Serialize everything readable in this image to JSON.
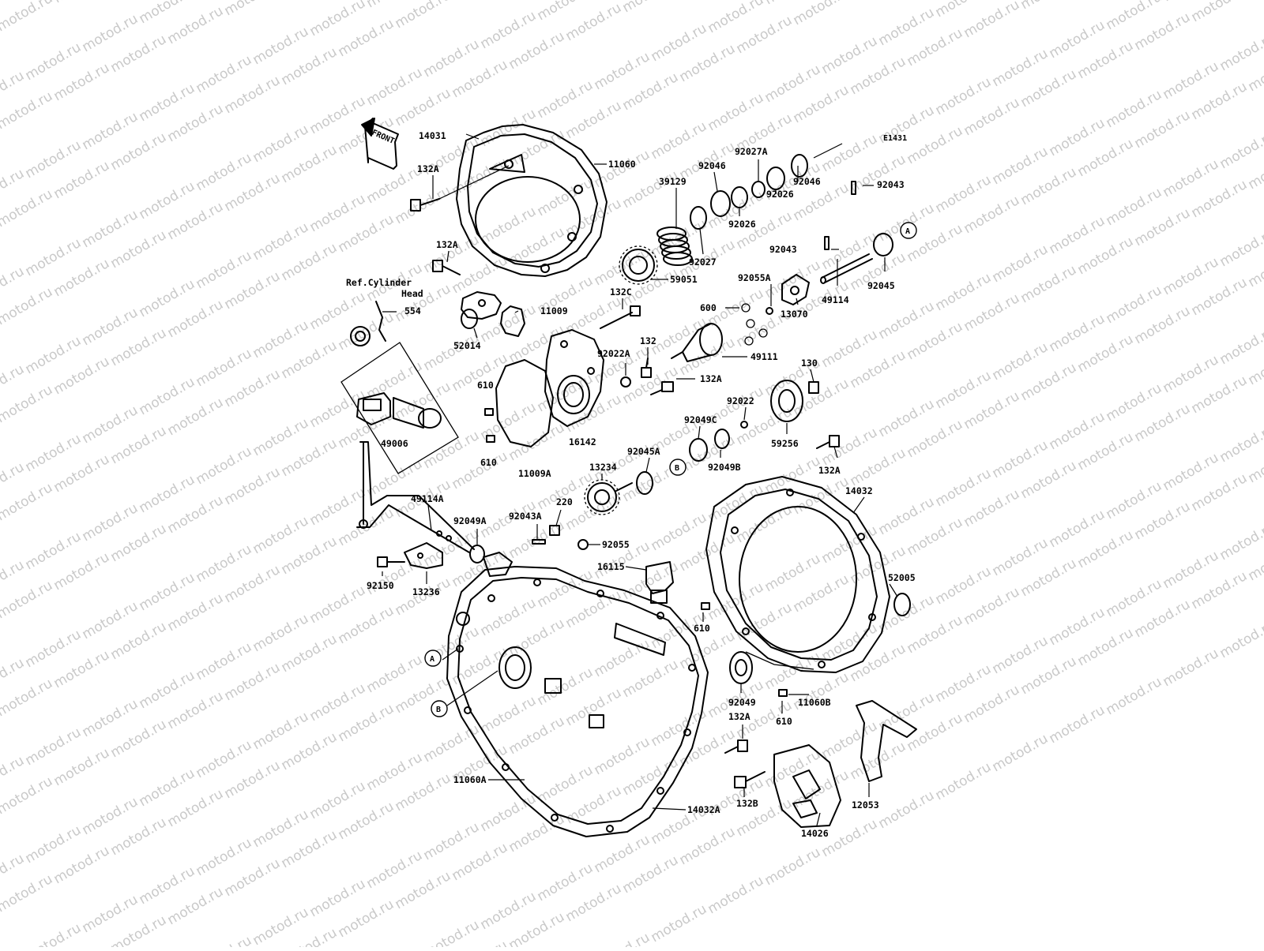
{
  "watermark": {
    "text": "motod.ru",
    "color": "#c9c9c9"
  },
  "diagram_code": "E1431",
  "front_arrow": "FRONT",
  "ref_note": [
    "Ref.Cylinder",
    "Head"
  ],
  "labels": [
    {
      "id": "14031",
      "text": "14031"
    },
    {
      "id": "11060",
      "text": "11060"
    },
    {
      "id": "132A_1",
      "text": "132A"
    },
    {
      "id": "132A_2",
      "text": "132A"
    },
    {
      "id": "554",
      "text": "554"
    },
    {
      "id": "52014",
      "text": "52014"
    },
    {
      "id": "11009",
      "text": "11009"
    },
    {
      "id": "132C",
      "text": "132C"
    },
    {
      "id": "132",
      "text": "132"
    },
    {
      "id": "92022A",
      "text": "92022A"
    },
    {
      "id": "610_1",
      "text": "610"
    },
    {
      "id": "610_2",
      "text": "610"
    },
    {
      "id": "16142",
      "text": "16142"
    },
    {
      "id": "11009A",
      "text": "11009A"
    },
    {
      "id": "49006",
      "text": "49006"
    },
    {
      "id": "39129",
      "text": "39129"
    },
    {
      "id": "92046_1",
      "text": "92046"
    },
    {
      "id": "92027A",
      "text": "92027A"
    },
    {
      "id": "92046_2",
      "text": "92046"
    },
    {
      "id": "92026_1",
      "text": "92026"
    },
    {
      "id": "92026_2",
      "text": "92026"
    },
    {
      "id": "92027",
      "text": "92027"
    },
    {
      "id": "59051",
      "text": "59051"
    },
    {
      "id": "92043_1",
      "text": "92043"
    },
    {
      "id": "92043_2",
      "text": "92043"
    },
    {
      "id": "92045",
      "text": "92045"
    },
    {
      "id": "49114",
      "text": "49114"
    },
    {
      "id": "92055A",
      "text": "92055A"
    },
    {
      "id": "13070",
      "text": "13070"
    },
    {
      "id": "600",
      "text": "600"
    },
    {
      "id": "49111",
      "text": "49111"
    },
    {
      "id": "132A_3",
      "text": "132A"
    },
    {
      "id": "130",
      "text": "130"
    },
    {
      "id": "92022",
      "text": "92022"
    },
    {
      "id": "92049C",
      "text": "92049C"
    },
    {
      "id": "59256",
      "text": "59256"
    },
    {
      "id": "92049B",
      "text": "92049B"
    },
    {
      "id": "92045A",
      "text": "92045A"
    },
    {
      "id": "13234",
      "text": "13234"
    },
    {
      "id": "132A_4",
      "text": "132A"
    },
    {
      "id": "14032",
      "text": "14032"
    },
    {
      "id": "49114A",
      "text": "49114A"
    },
    {
      "id": "92049A",
      "text": "92049A"
    },
    {
      "id": "92043A",
      "text": "92043A"
    },
    {
      "id": "220",
      "text": "220"
    },
    {
      "id": "92055",
      "text": "92055"
    },
    {
      "id": "16115",
      "text": "16115"
    },
    {
      "id": "92150",
      "text": "92150"
    },
    {
      "id": "13236",
      "text": "13236"
    },
    {
      "id": "52005",
      "text": "52005"
    },
    {
      "id": "610_3",
      "text": "610"
    },
    {
      "id": "92049",
      "text": "92049"
    },
    {
      "id": "11060B",
      "text": "11060B"
    },
    {
      "id": "610_4",
      "text": "610"
    },
    {
      "id": "132A_5",
      "text": "132A"
    },
    {
      "id": "132B",
      "text": "132B"
    },
    {
      "id": "12053",
      "text": "12053"
    },
    {
      "id": "14026",
      "text": "14026"
    },
    {
      "id": "11060A",
      "text": "11060A"
    },
    {
      "id": "14032A",
      "text": "14032A"
    }
  ],
  "ref_markers": [
    {
      "id": "A1",
      "text": "A"
    },
    {
      "id": "B1",
      "text": "B"
    },
    {
      "id": "A2",
      "text": "A"
    },
    {
      "id": "B2",
      "text": "B"
    }
  ]
}
